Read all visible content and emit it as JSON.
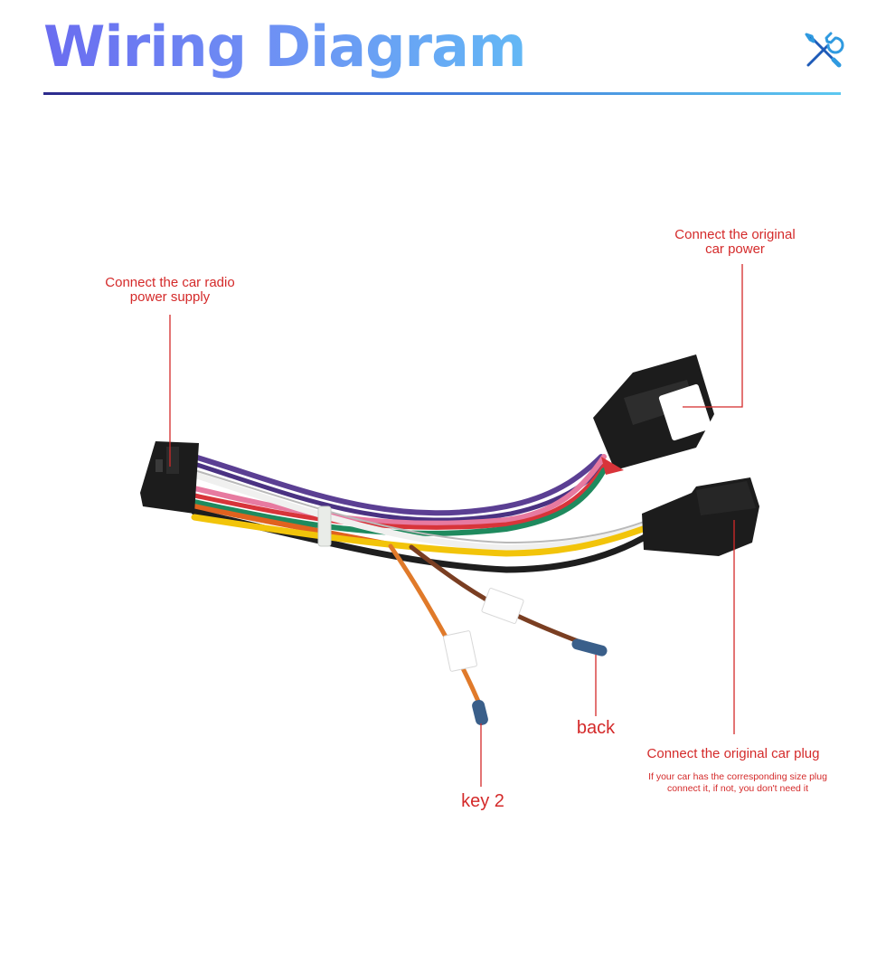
{
  "header": {
    "title": "Wiring Diagram",
    "icon": "tools-icon"
  },
  "colors": {
    "label": "#d42a2a",
    "leader": "#d42a2a",
    "title_start": "#6a6cf0",
    "title_end": "#63b8f5",
    "connector": "#1c1c1c"
  },
  "labels": {
    "radio_power": {
      "line1": "Connect the car radio",
      "line2": "power supply"
    },
    "original_power": {
      "line1": "Connect the original",
      "line2": "car power"
    },
    "original_plug": "Connect the original car plug",
    "plug_note": {
      "line1": "If your car has the corresponding size plug",
      "line2": "connect it, if not, you don't need it"
    },
    "back": "back",
    "key2": "key 2"
  }
}
